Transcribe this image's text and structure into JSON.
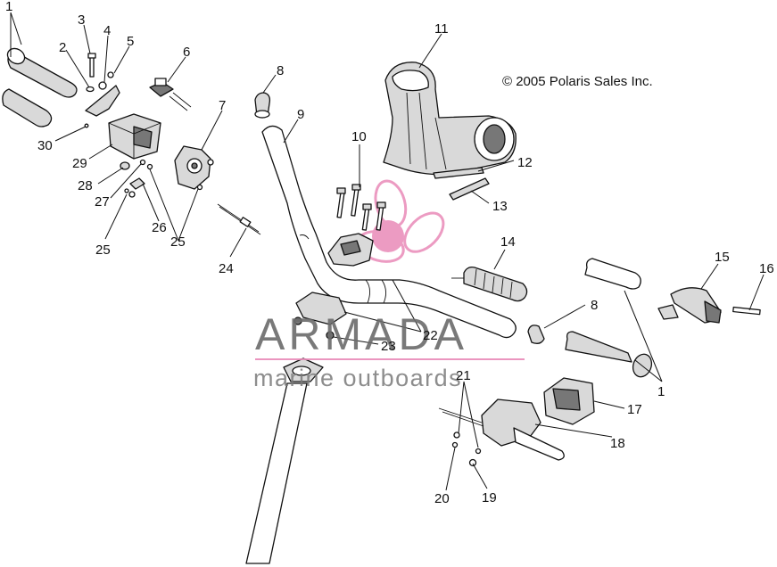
{
  "copyright": "© 2005 Polaris Sales Inc.",
  "watermark": {
    "brand": "ARMADA",
    "tagline": "marine outboards",
    "logo_color": "#e98ab8",
    "brand_color": "#6b6b6b"
  },
  "callouts": [
    {
      "id": "c1a",
      "text": "1"
    },
    {
      "id": "c2",
      "text": "2"
    },
    {
      "id": "c3",
      "text": "3"
    },
    {
      "id": "c4",
      "text": "4"
    },
    {
      "id": "c5",
      "text": "5"
    },
    {
      "id": "c6",
      "text": "6"
    },
    {
      "id": "c7",
      "text": "7"
    },
    {
      "id": "c8a",
      "text": "8"
    },
    {
      "id": "c9",
      "text": "9"
    },
    {
      "id": "c10",
      "text": "10"
    },
    {
      "id": "c11",
      "text": "11"
    },
    {
      "id": "c12",
      "text": "12"
    },
    {
      "id": "c13",
      "text": "13"
    },
    {
      "id": "c14",
      "text": "14"
    },
    {
      "id": "c15",
      "text": "15"
    },
    {
      "id": "c16",
      "text": "16"
    },
    {
      "id": "c8b",
      "text": "8"
    },
    {
      "id": "c1b",
      "text": "1"
    },
    {
      "id": "c17",
      "text": "17"
    },
    {
      "id": "c18",
      "text": "18"
    },
    {
      "id": "c19",
      "text": "19"
    },
    {
      "id": "c20",
      "text": "20"
    },
    {
      "id": "c21",
      "text": "21"
    },
    {
      "id": "c22",
      "text": "22"
    },
    {
      "id": "c23",
      "text": "23"
    },
    {
      "id": "c24",
      "text": "24"
    },
    {
      "id": "c25a",
      "text": "25"
    },
    {
      "id": "c25b",
      "text": "25"
    },
    {
      "id": "c26",
      "text": "26"
    },
    {
      "id": "c27",
      "text": "27"
    },
    {
      "id": "c28",
      "text": "28"
    },
    {
      "id": "c29",
      "text": "29"
    },
    {
      "id": "c30",
      "text": "30"
    }
  ]
}
